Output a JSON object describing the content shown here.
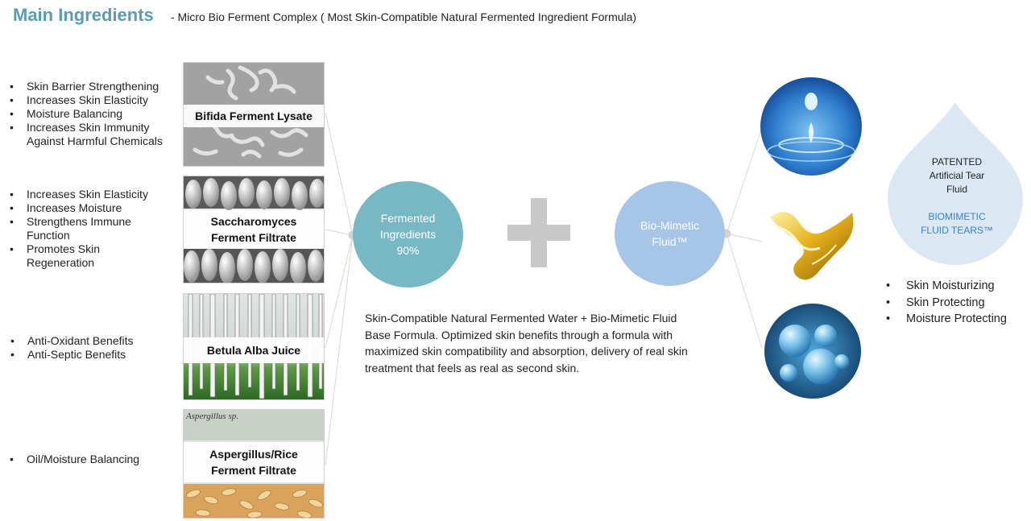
{
  "header": {
    "title": "Main Ingredients",
    "subtitle": "- Micro Bio Ferment Complex ( Most Skin-Compatible Natural Fermented Ingredient Formula)"
  },
  "benefit_groups": [
    [
      "Skin Barrier Strengthening",
      "Increases Skin Elasticity",
      "Moisture Balancing",
      "Increases Skin Immunity",
      "Against Harmful Chemicals"
    ],
    [
      "Increases Skin Elasticity",
      "Increases Moisture",
      "Strengthens Immune",
      "Function",
      "Promotes Skin",
      "Regeneration"
    ],
    [
      "Anti-Oxidant Benefits",
      "Anti-Septic Benefits"
    ],
    [
      "Oil/Moisture Balancing"
    ]
  ],
  "ingredients": [
    {
      "label": "Bifida Ferment Lysate"
    },
    {
      "label_line1": "Saccharomyces",
      "label_line2": "Ferment Filtrate"
    },
    {
      "label": "Betula Alba Juice"
    },
    {
      "label_line1": "Aspergillus/Rice",
      "label_line2": "Ferment Filtrate",
      "caption": "Aspergillus sp."
    }
  ],
  "fermented_circle": {
    "line1": "Fermented",
    "line2": "Ingredients",
    "line3": "90%"
  },
  "plus_symbol_color": "#c8c8c8",
  "biomimetic_circle": {
    "line1": "Bio-Mimetic",
    "line2": "Fluid™"
  },
  "description": [
    "Skin-Compatible Natural Fermented Water + Bio-Mimetic Fluid",
    "Base Formula. Optimized skin benefits through a formula with",
    "maximized skin compatibility and absorption, delivery of real skin",
    "treatment that feels as real as second skin."
  ],
  "tear_drop": {
    "line1": "PATENTED",
    "line2": "Artificial Tear",
    "line3": "Fluid",
    "line4": "BIOMIMETIC",
    "line5": "FLUID TEARS™"
  },
  "right_benefits": [
    "Skin Moisturizing",
    "Skin Protecting",
    "Moisture Protecting"
  ],
  "colors": {
    "title": "#5a9db0",
    "fermented_circle": "#78b8c4",
    "biomimetic_circle": "#a7c6e7",
    "tear_drop": "#dbe7f2",
    "tear_blue_text": "#3b82c8"
  },
  "icons": [
    "water-drop-splash-icon",
    "golden-oil-swirl-icon",
    "blue-bubbles-icon"
  ]
}
